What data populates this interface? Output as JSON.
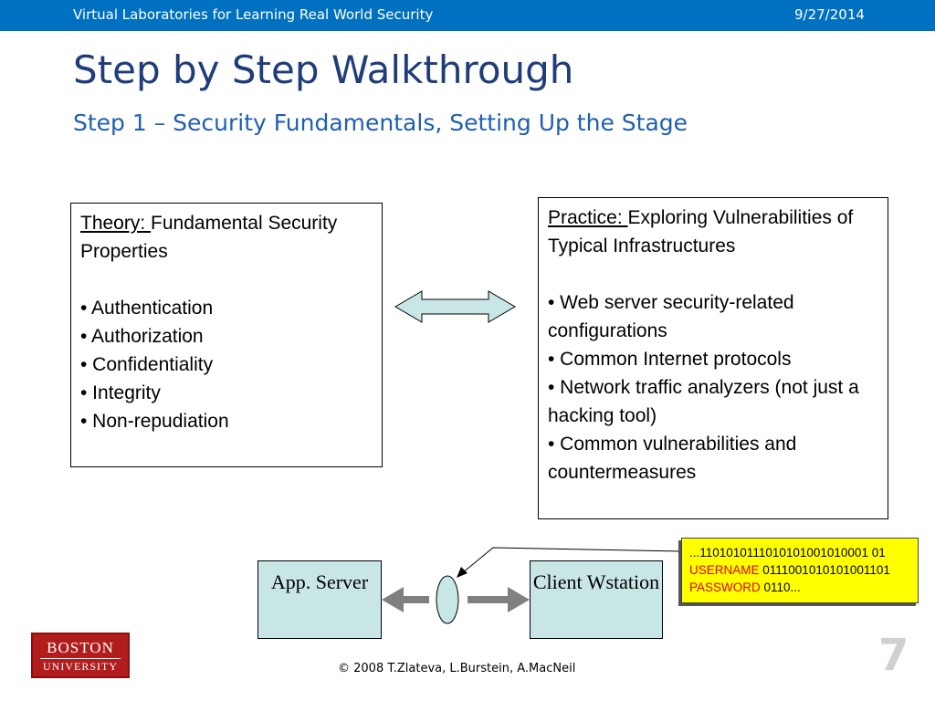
{
  "header": {
    "title": "Virtual Laboratories for Learning Real World Security",
    "date": "9/27/2014"
  },
  "slide": {
    "title": "Step by Step Walkthrough",
    "subtitle": "Step 1 – Security Fundamentals, Setting Up the Stage"
  },
  "theory": {
    "label": "Theory: ",
    "heading": "Fundamental Security Properties",
    "items": [
      "• Authentication",
      "• Authorization",
      "• Confidentiality",
      "• Integrity",
      "• Non-repudiation"
    ]
  },
  "practice": {
    "label": "Practice: ",
    "heading": "Exploring Vulnerabilities of Typical Infrastructures",
    "items": [
      "• Web server security-related configurations",
      "• Common Internet protocols",
      "• Network traffic analyzers (not just a hacking tool)",
      "• Common vulnerabilities and countermeasures"
    ]
  },
  "traffic": {
    "part1": "...1101010111010101001010001 01 ",
    "username": "USERNAME",
    "part2": " 0111001010101001101 ",
    "password": "PASSWORD",
    "part3": " 0110..."
  },
  "diagram": {
    "app_server": "App. Server",
    "client": "Client Wstation"
  },
  "logo": {
    "line1": "BOSTON",
    "line2": "UNIVERSITY"
  },
  "footer": {
    "copyright": "© 2008 T.Zlateva, L.Burstein, A.MacNeil",
    "page": "7"
  },
  "colors": {
    "header_bar": "#0070c0",
    "title": "#1f3d7a",
    "subtitle": "#1f5fae",
    "node_fill": "#c8e6e6",
    "highlight": "#ffff00",
    "alert_text": "#e00000",
    "logo": "#b11c1c"
  }
}
